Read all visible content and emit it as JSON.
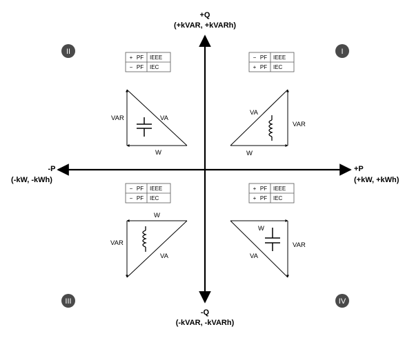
{
  "axes": {
    "top": {
      "sign": "+Q",
      "units": "(+kVAR, +kVARh)"
    },
    "bottom": {
      "sign": "-Q",
      "units": "(-kVAR, -kVARh)"
    },
    "left": {
      "sign": "-P",
      "units": "(-kW, -kWh)"
    },
    "right": {
      "sign": "+P",
      "units": "(+kW, +kWh)"
    }
  },
  "quadrants": {
    "q1": {
      "badge": "I",
      "pf": [
        {
          "sign": "−",
          "pf": "PF",
          "std": "IEEE"
        },
        {
          "sign": "+",
          "pf": "PF",
          "std": "IEC"
        }
      ],
      "labels": {
        "var": "VAR",
        "va": "VA",
        "w": "W"
      },
      "element": "inductor"
    },
    "q2": {
      "badge": "II",
      "pf": [
        {
          "sign": "+",
          "pf": "PF",
          "std": "IEEE"
        },
        {
          "sign": "−",
          "pf": "PF",
          "std": "IEC"
        }
      ],
      "labels": {
        "var": "VAR",
        "va": "VA",
        "w": "W"
      },
      "element": "capacitor"
    },
    "q3": {
      "badge": "III",
      "pf": [
        {
          "sign": "−",
          "pf": "PF",
          "std": "IEEE"
        },
        {
          "sign": "−",
          "pf": "PF",
          "std": "IEC"
        }
      ],
      "labels": {
        "var": "VAR",
        "va": "VA",
        "w": "W"
      },
      "element": "inductor"
    },
    "q4": {
      "badge": "IV",
      "pf": [
        {
          "sign": "+",
          "pf": "PF",
          "std": "IEEE"
        },
        {
          "sign": "+",
          "pf": "PF",
          "std": "IEC"
        }
      ],
      "labels": {
        "var": "VAR",
        "va": "VA",
        "w": "W"
      },
      "element": "capacitor"
    }
  },
  "colors": {
    "badge": "#4a4a4a",
    "line": "#000000",
    "pf_border": "#555555"
  }
}
